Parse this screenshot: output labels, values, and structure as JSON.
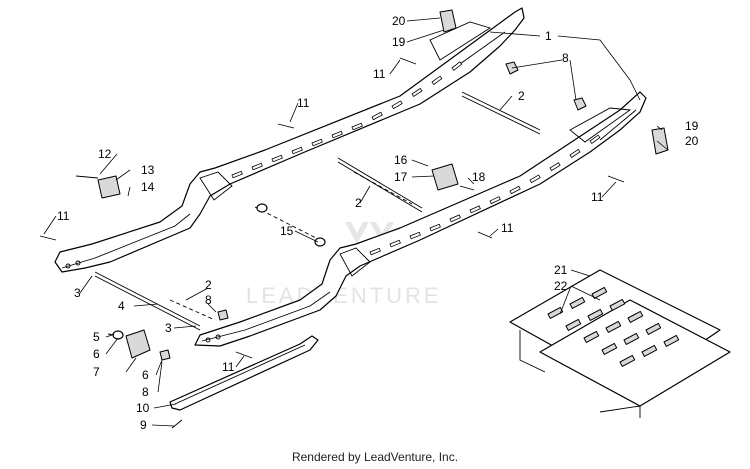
{
  "diagram": {
    "callouts": {
      "c1": "1",
      "c2a": "2",
      "c2b": "2",
      "c2c": "2",
      "c3a": "3",
      "c3b": "3",
      "c4": "4",
      "c5": "5",
      "c6a": "6",
      "c6b": "6",
      "c7": "7",
      "c8a": "8",
      "c8b": "8",
      "c8c": "8",
      "c9": "9",
      "c10": "10",
      "c11a": "11",
      "c11b": "11",
      "c11c": "11",
      "c11d": "11",
      "c11e": "11",
      "c11f": "11",
      "c12": "12",
      "c13": "13",
      "c14": "14",
      "c15": "15",
      "c16": "16",
      "c17": "17",
      "c18": "18",
      "c19a": "19",
      "c19b": "19",
      "c20a": "20",
      "c20b": "20",
      "c21": "21",
      "c22": "22"
    },
    "watermark": "LEADVENTURE"
  },
  "footer": {
    "credit": "Rendered by LeadVenture, Inc."
  }
}
